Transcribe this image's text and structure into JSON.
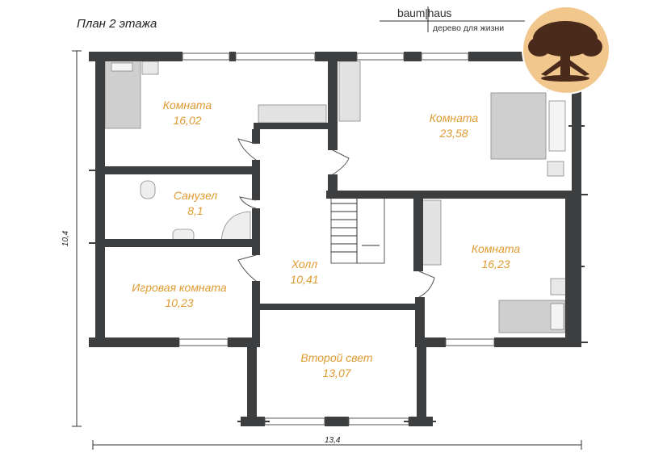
{
  "title": "План 2 этажа",
  "brand": {
    "name": "baum|haus",
    "slogan": "дерево для жизни",
    "logo_icon": "tree-icon"
  },
  "colors": {
    "wall": "#3d3e40",
    "room_text": "#e09a30",
    "furniture": "#cfcfcf",
    "logo_circle": "#f2c78e",
    "logo_tree": "#4a2a1a"
  },
  "dimensions": {
    "height": "10,4",
    "width": "13,4"
  },
  "rooms": [
    {
      "name": "Комната",
      "area": "16,02"
    },
    {
      "name": "Комната",
      "area": "23,58"
    },
    {
      "name": "Санузел",
      "area": "8,1"
    },
    {
      "name": "Холл",
      "area": "10,41"
    },
    {
      "name": "Комната",
      "area": "16,23"
    },
    {
      "name": "Игровая комната",
      "area": "10,23"
    },
    {
      "name": "Второй свет",
      "area": "13,07"
    }
  ]
}
